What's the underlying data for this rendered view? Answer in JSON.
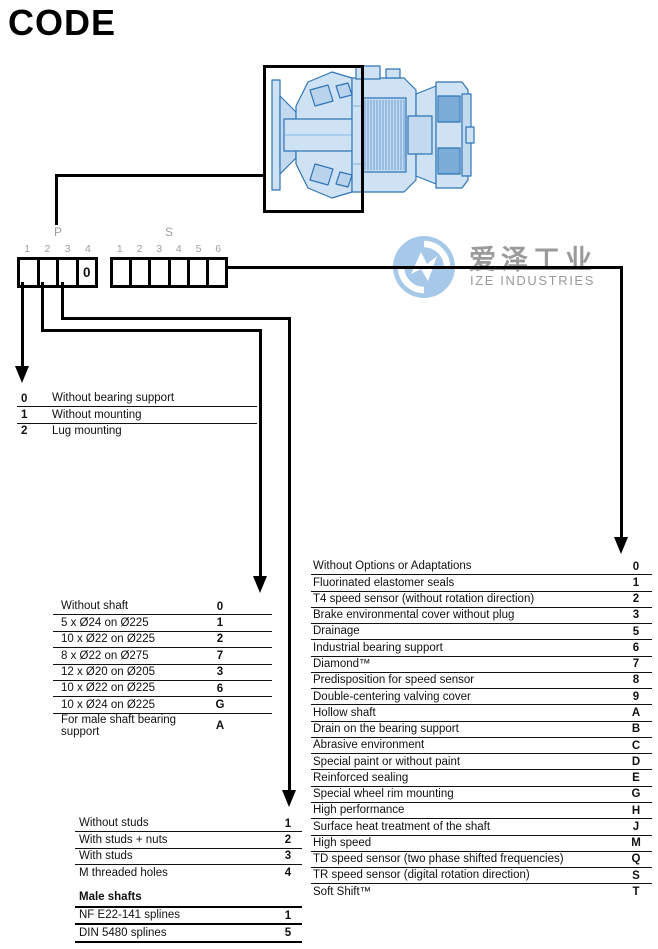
{
  "page": {
    "title": "CODE"
  },
  "watermark": {
    "logo_icon": "ize-swirl-logo",
    "text_cn": "爱泽工业",
    "text_en": "IZE INDUSTRIES",
    "logo_color": "#a6c9e9",
    "text_color": "#9a9a9a"
  },
  "diagram": {
    "description": "hydraulic-motor-cross-section",
    "line_color": "#2e75b6",
    "fill_color": "#cfe2f3"
  },
  "code_boxes": {
    "p": {
      "label": "P",
      "positions": [
        "1",
        "2",
        "3",
        "4"
      ],
      "cells": [
        "",
        "",
        "",
        "0"
      ]
    },
    "s": {
      "label": "S",
      "positions": [
        "1",
        "2",
        "3",
        "4",
        "5",
        "6"
      ],
      "cells": [
        "",
        "",
        "",
        "",
        "",
        ""
      ]
    }
  },
  "tables": {
    "mounting": {
      "rows": [
        {
          "code": "0",
          "label": "Without bearing support"
        },
        {
          "code": "1",
          "label": "Without mounting"
        },
        {
          "code": "2",
          "label": "Lug mounting"
        }
      ]
    },
    "shaft": {
      "rows": [
        {
          "label": "Without shaft",
          "code": "0"
        },
        {
          "label": "5 x Ø24 on Ø225",
          "code": "1"
        },
        {
          "label": "10 x Ø22 on Ø225",
          "code": "2"
        },
        {
          "label": "8 x Ø22 on Ø275",
          "code": "7"
        },
        {
          "label": "12 x Ø20 on Ø205",
          "code": "3"
        },
        {
          "label": "10 x Ø22 on Ø225",
          "code": "6"
        },
        {
          "label": "10 x Ø24 on Ø225",
          "code": "G"
        },
        {
          "label": "For male shaft bearing support",
          "code": "A"
        }
      ]
    },
    "studs": {
      "rows": [
        {
          "label": "Without studs",
          "code": "1"
        },
        {
          "label": "With studs + nuts",
          "code": "2"
        },
        {
          "label": "With studs",
          "code": "3"
        },
        {
          "label": "M threaded holes",
          "code": "4"
        }
      ]
    },
    "male_shafts": {
      "title": "Male shafts",
      "rows": [
        {
          "label": "NF E22-141 splines",
          "code": "1"
        },
        {
          "label": "DIN 5480 splines",
          "code": "5"
        }
      ]
    },
    "options": {
      "rows": [
        {
          "label": "Without Options or Adaptations",
          "code": "0"
        },
        {
          "label": "Fluorinated elastomer seals",
          "code": "1"
        },
        {
          "label": "T4 speed sensor (without rotation direction)",
          "code": "2"
        },
        {
          "label": "Brake environmental cover without plug",
          "code": "3"
        },
        {
          "label": "Drainage",
          "code": "5"
        },
        {
          "label": "Industrial bearing support",
          "code": "6"
        },
        {
          "label": "Diamond™",
          "code": "7"
        },
        {
          "label": "Predisposition for speed sensor",
          "code": "8"
        },
        {
          "label": "Double-centering valving cover",
          "code": "9"
        },
        {
          "label": "Hollow shaft",
          "code": "A"
        },
        {
          "label": "Drain on the bearing support",
          "code": "B"
        },
        {
          "label": "Abrasive environment",
          "code": "C"
        },
        {
          "label": "Special paint or without paint",
          "code": "D"
        },
        {
          "label": "Reinforced sealing",
          "code": "E"
        },
        {
          "label": "Special wheel rim mounting",
          "code": "G"
        },
        {
          "label": "High performance",
          "code": "H"
        },
        {
          "label": "Surface heat treatment of the shaft",
          "code": "J"
        },
        {
          "label": "High speed",
          "code": "M"
        },
        {
          "label": "TD speed sensor (two phase shifted frequencies)",
          "code": "Q"
        },
        {
          "label": "TR speed sensor (digital rotation direction)",
          "code": "S"
        },
        {
          "label": "Soft Shift™",
          "code": "T"
        }
      ]
    }
  }
}
